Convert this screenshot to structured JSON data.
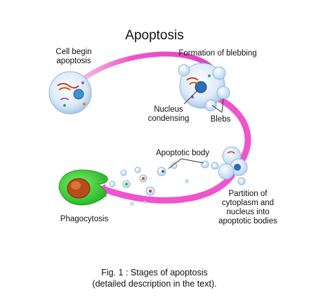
{
  "title": "Apoptosis",
  "labels": {
    "cell_begin_line1": "Cell begin",
    "cell_begin_line2": "apoptosis",
    "blebbing": "Formation of blebbing",
    "nucleus_line1": "Nucleus",
    "nucleus_line2": "condensing",
    "blebs": "Blebs",
    "apoptotic_body": "Apoptotic body",
    "partition_line1": "Partition of",
    "partition_line2": "cytoplasm and",
    "partition_line3": "nucleus into",
    "partition_line4": "apoptotic bodies",
    "phagocytosis": "Phagocytosis"
  },
  "caption": {
    "line1": "Fig. 1 : Stages of apoptosis",
    "line2": "(detailed description in the text)."
  },
  "colors": {
    "arrow": "#ee55cc",
    "cell_fill": "#d9eaf7",
    "cell_edge": "#8fb8e0",
    "phagocyte": "#33cc33",
    "phagocyte_inner": "#b84d1c"
  }
}
